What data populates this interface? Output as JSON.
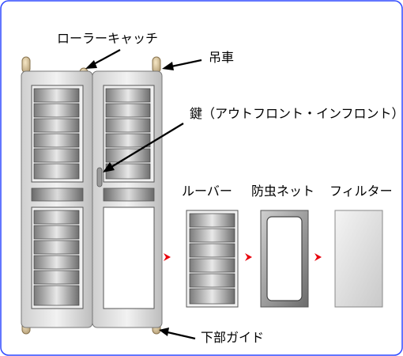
{
  "labels": {
    "roller_catch": "ローラーキャッチ",
    "hanger_wheel": "吊車",
    "lock": "鍵（アウトフロント・インフロント）",
    "louver": "ルーバー",
    "insect_net": "防虫ネット",
    "filter": "フィルター",
    "bottom_guide": "下部ガイド"
  },
  "colors": {
    "frame_border": "#2f49ff",
    "cabinet_fill": "#eeeeee",
    "cabinet_stroke": "#777777",
    "roller": "#d8c29a",
    "arrow_red": "#e8000b",
    "line": "#000000"
  }
}
